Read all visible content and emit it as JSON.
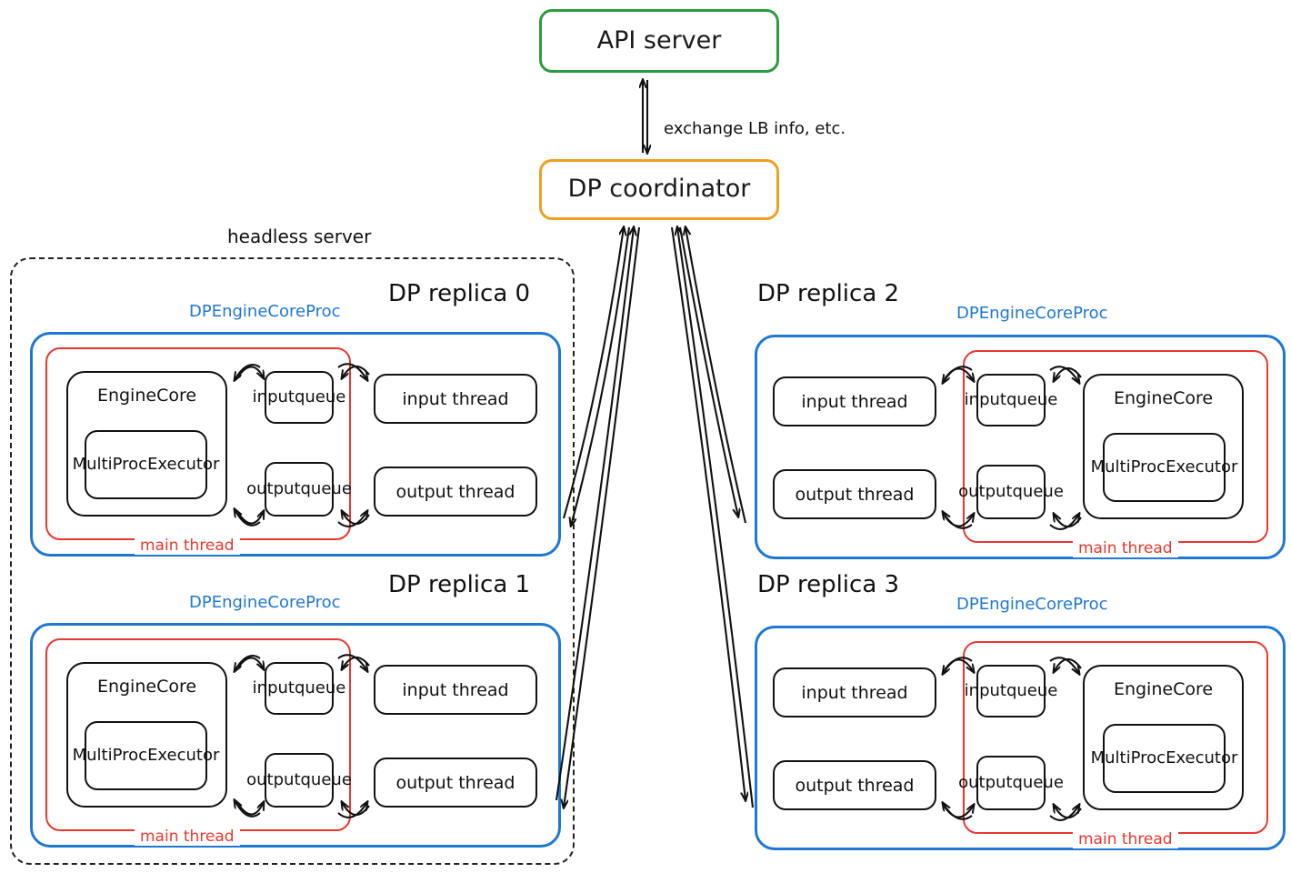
{
  "diagram": {
    "title_nodes": {
      "api_server": "API server",
      "dp_coordinator": "DP coordinator"
    },
    "edge_labels": {
      "api_to_coordinator": "exchange LB info, etc."
    },
    "group_label": "headless server",
    "colors": {
      "api_border": "#2e9b3e",
      "coordinator_border": "#f0a020",
      "proc_border": "#1f78d1",
      "main_thread_border": "#e8382e",
      "node_border": "#111111",
      "dashed_border": "#222222",
      "text": "#1a1a1a"
    },
    "common": {
      "proc_label": "DPEngineCoreProc",
      "main_thread_label": "main thread",
      "engine_core": "EngineCore",
      "multiproc_executor_line1": "MultiProc",
      "multiproc_executor_line2": "Executor",
      "input_queue_line1": "input",
      "input_queue_line2": "queue",
      "output_queue_line1": "output",
      "output_queue_line2": "queue",
      "input_thread": "input thread",
      "output_thread": "output thread"
    },
    "replicas": [
      {
        "id": "replica-0",
        "title": "DP replica 0",
        "orientation": "engine-left",
        "in_headless": true
      },
      {
        "id": "replica-1",
        "title": "DP replica 1",
        "orientation": "engine-left",
        "in_headless": true
      },
      {
        "id": "replica-2",
        "title": "DP replica 2",
        "orientation": "engine-right",
        "in_headless": false
      },
      {
        "id": "replica-3",
        "title": "DP replica 3",
        "orientation": "engine-right",
        "in_headless": false
      }
    ]
  }
}
